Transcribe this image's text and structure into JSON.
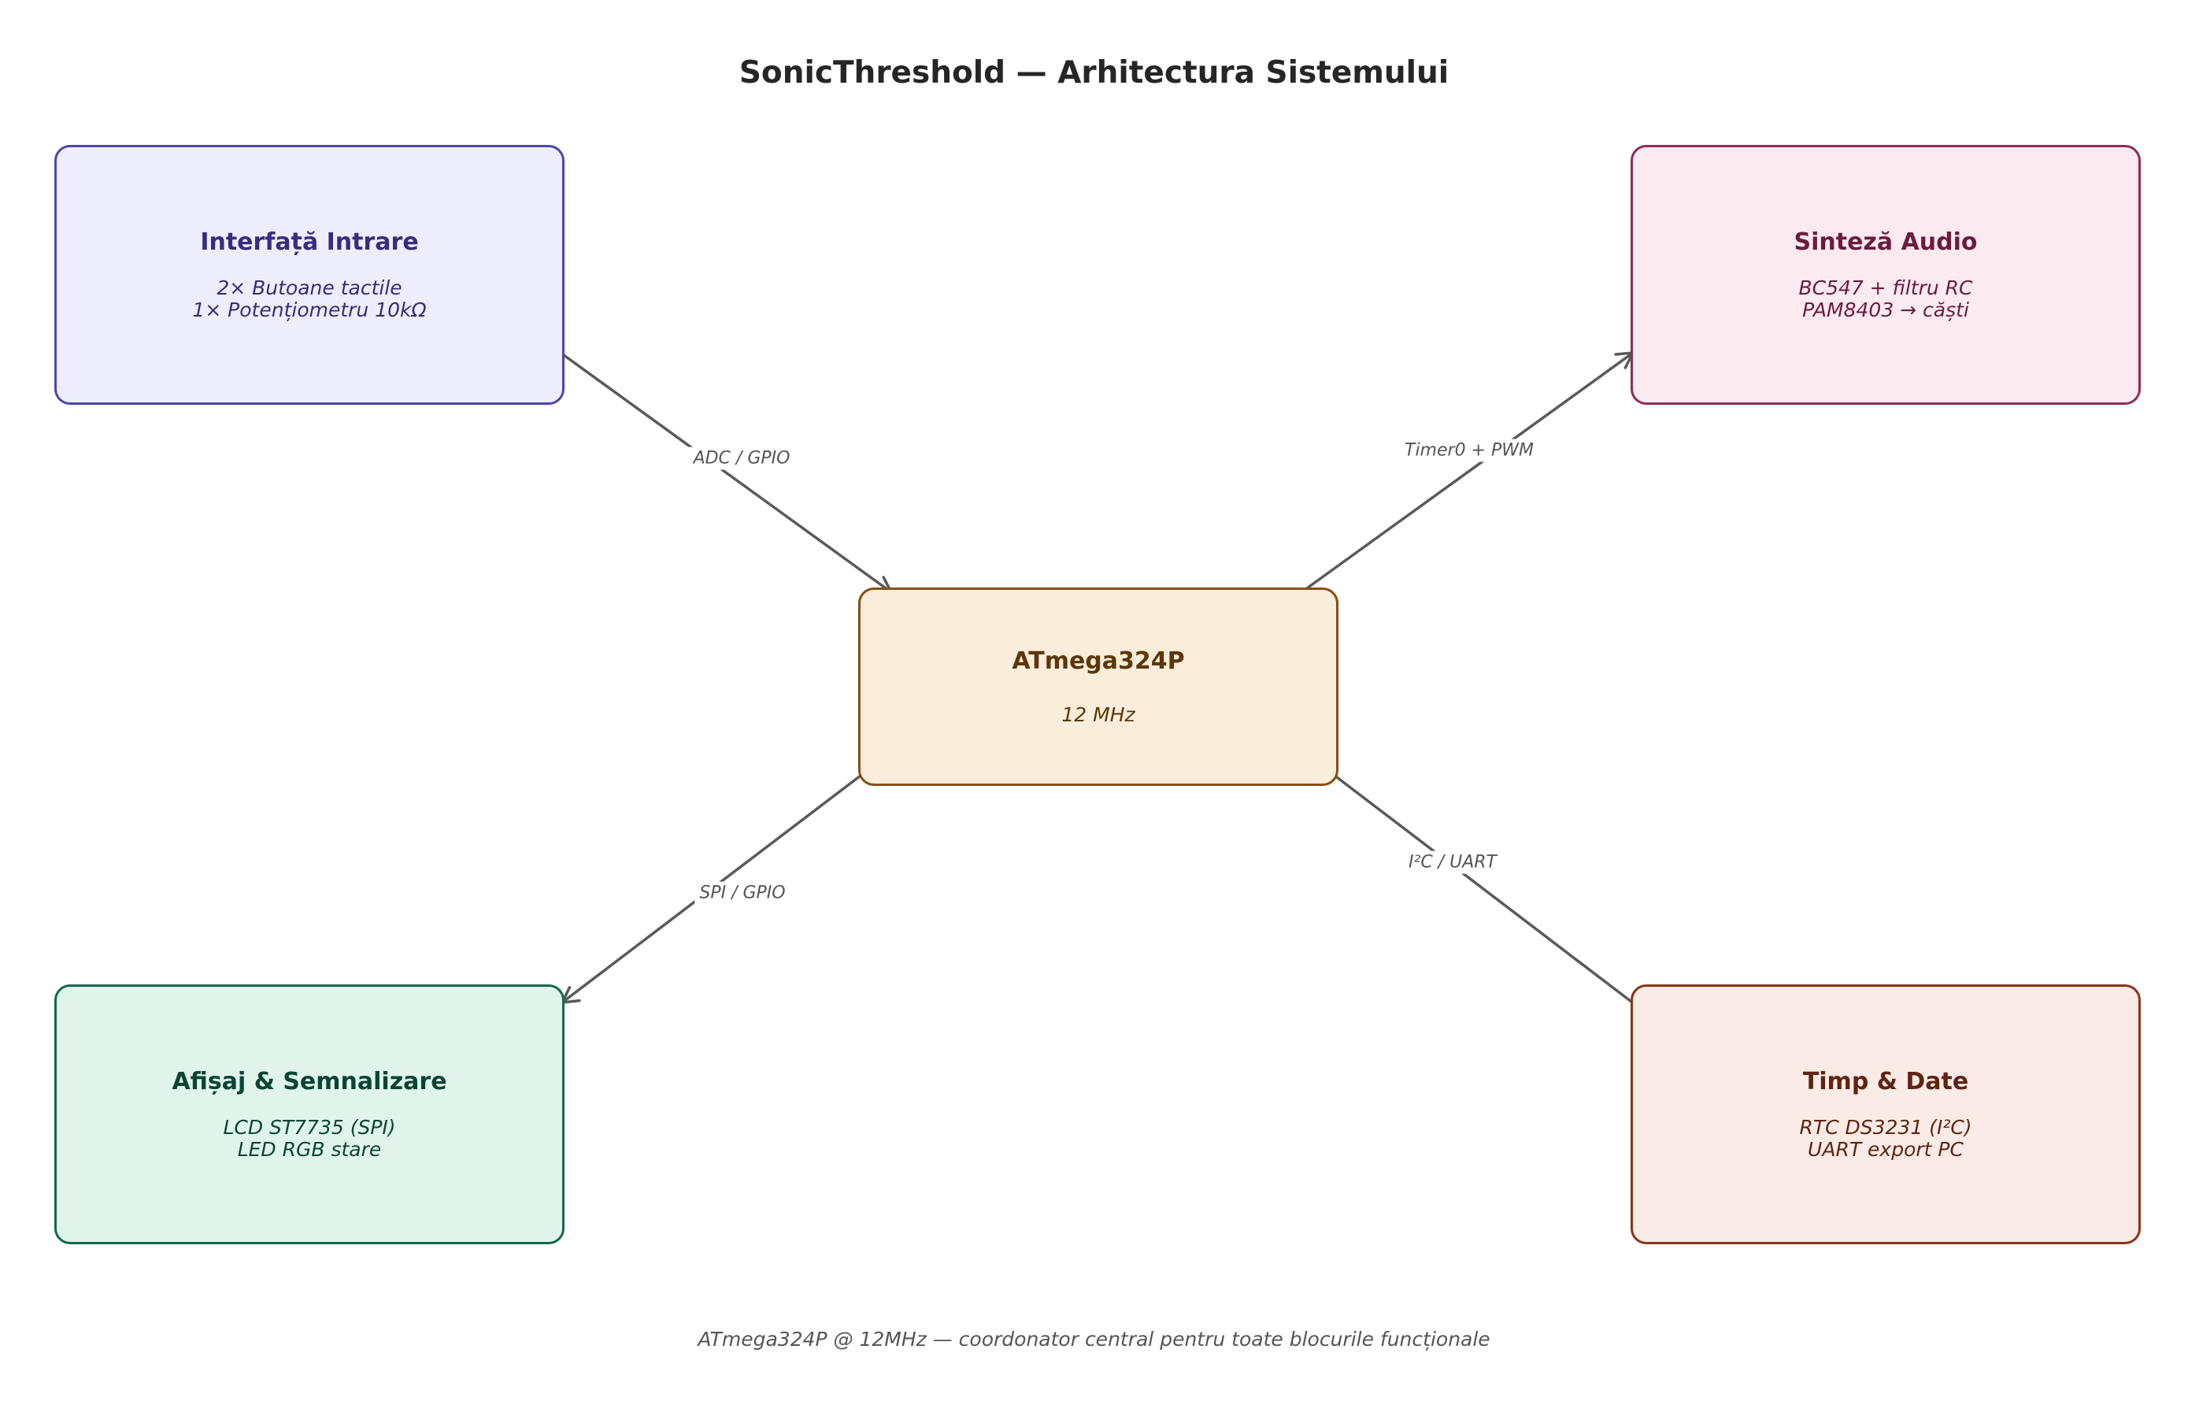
{
  "diagram": {
    "title": "SonicThreshold — Arhitectura Sistemului",
    "footer": "ATmega324P @ 12MHz — coordonator central pentru toate blocurile funcționale",
    "nodes": {
      "input": {
        "title": "Interfață Intrare",
        "lines": [
          "2× Butoane tactile",
          "1× Potențiometru 10kΩ"
        ]
      },
      "audio": {
        "title": "Sinteză Audio",
        "lines": [
          "BC547 + filtru RC",
          "PAM8403 → căști"
        ]
      },
      "mcu": {
        "title": "ATmega324P",
        "lines": [
          "12 MHz"
        ]
      },
      "display": {
        "title": "Afișaj & Semnalizare",
        "lines": [
          "LCD ST7735 (SPI)",
          "LED RGB stare"
        ]
      },
      "time": {
        "title": "Timp & Date",
        "lines": [
          "RTC DS3231 (I²C)",
          "UART export PC"
        ]
      }
    },
    "edges": [
      {
        "from": "input",
        "to": "mcu",
        "label": "ADC / GPIO"
      },
      {
        "from": "mcu",
        "to": "audio",
        "label": "Timer0 + PWM"
      },
      {
        "from": "mcu",
        "to": "display",
        "label": "SPI / GPIO"
      },
      {
        "from": "time",
        "to": "mcu",
        "label": "I²C / UART"
      }
    ],
    "colors": {
      "input": {
        "fill": "#eeedfc",
        "border": "#4d45aa",
        "text": "#372d7e"
      },
      "audio": {
        "fill": "#fbeaf0",
        "border": "#8e2c55",
        "text": "#6b1c3d"
      },
      "mcu": {
        "fill": "#faeddb",
        "border": "#87500f",
        "text": "#5d3708"
      },
      "display": {
        "fill": "#e0f4ec",
        "border": "#106a4d",
        "text": "#0a4534"
      },
      "time": {
        "fill": "#fbebe6",
        "border": "#8a3419",
        "text": "#5e2511"
      },
      "edge": "#5a5a5a"
    }
  }
}
